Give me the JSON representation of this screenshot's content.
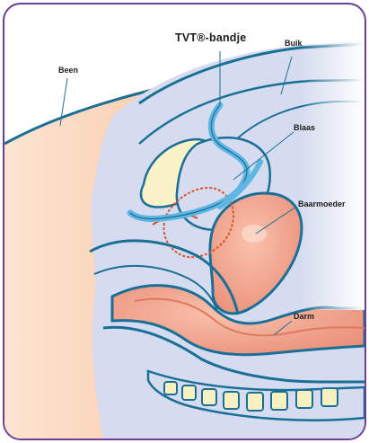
{
  "labels": {
    "tape": "TVT®-bandje",
    "belly": "Buik",
    "leg": "Been",
    "bladder": "Blaas",
    "uterus": "Baarmoeder",
    "bowel": "Darm"
  },
  "colors": {
    "frame": "#6c3f93",
    "outline": "#1b6f96",
    "tissue": "#d6dcef",
    "skin": "#fbe1cf",
    "organ_pink": "#f0a58f",
    "tape": "#5fb6e3",
    "pubic_bone": "#fbf3c8",
    "teeth": "#f7f1c0"
  }
}
